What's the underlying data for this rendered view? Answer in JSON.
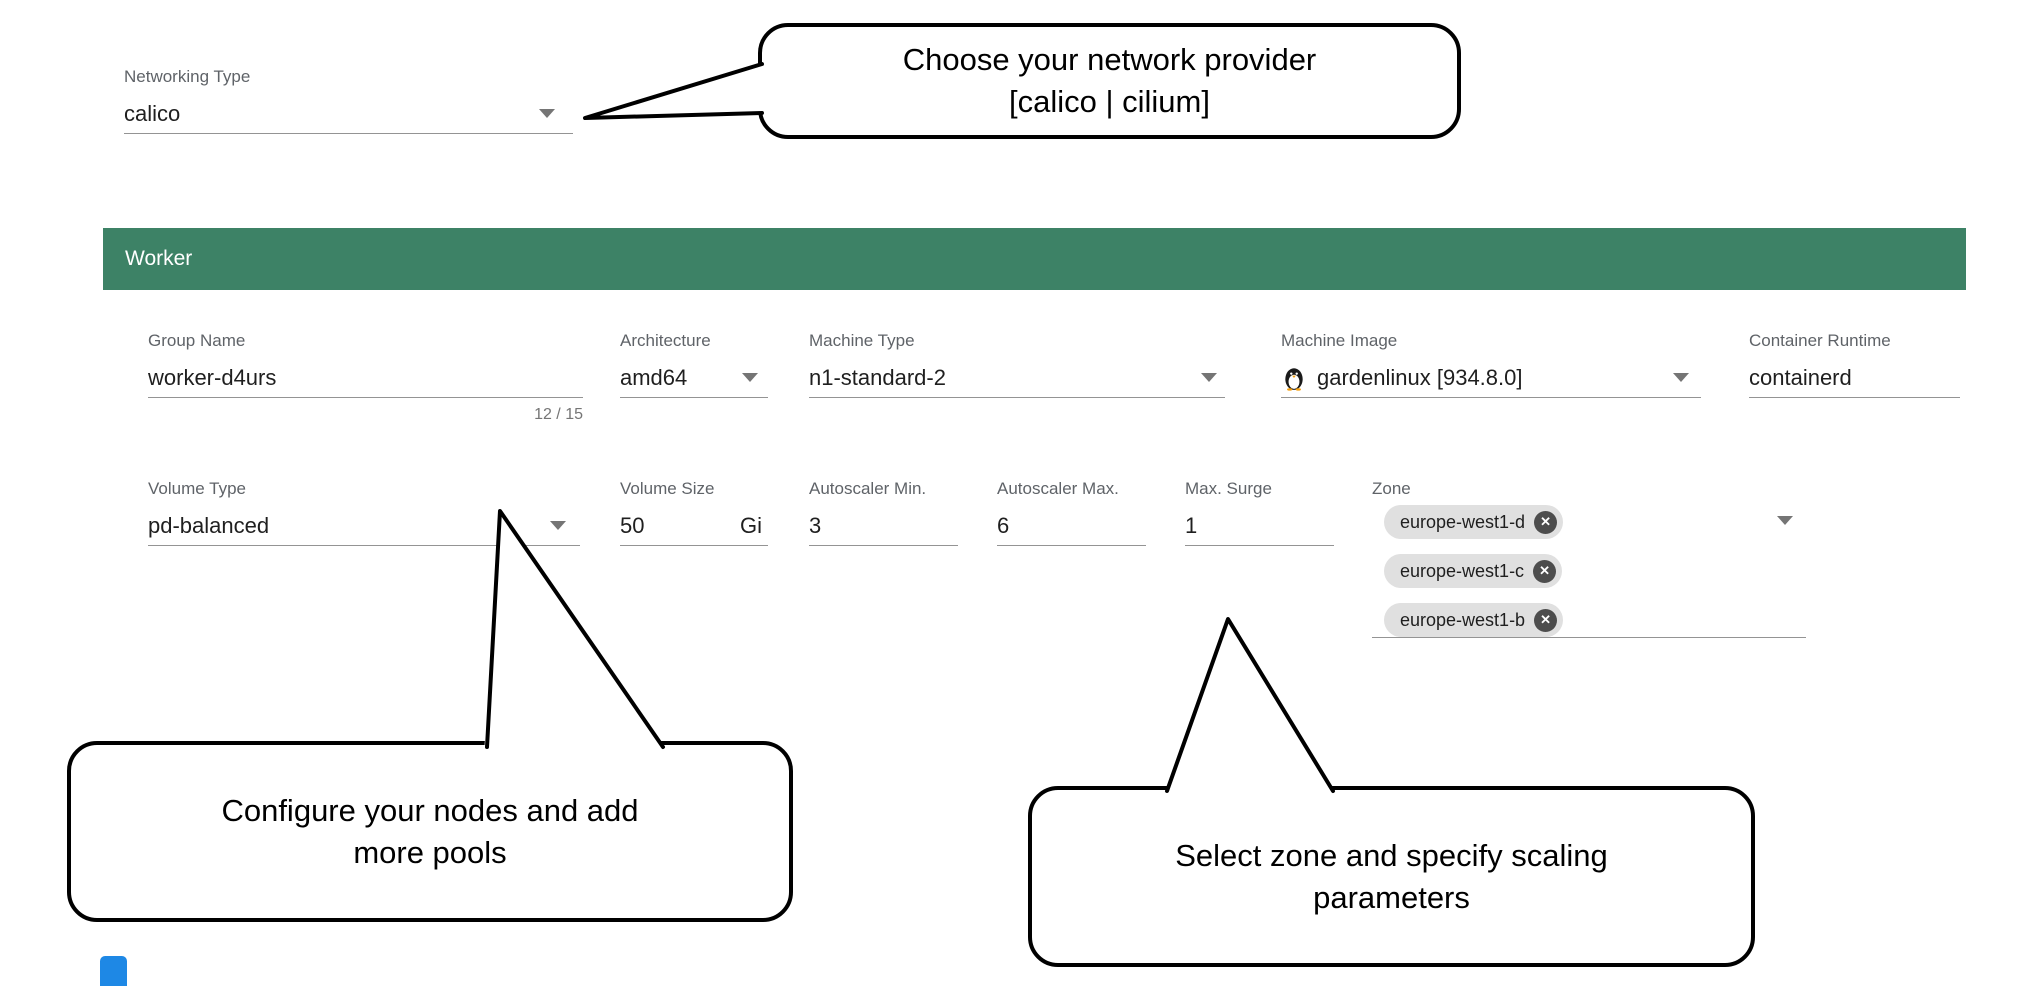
{
  "colors": {
    "header_green": "#3d8266",
    "chip_bg": "#e0e0e0",
    "fab_blue": "#1e88e5"
  },
  "icons": {
    "dropdown": "chevron-down-icon",
    "chip_remove": "close-circle-icon",
    "machine_image": "penguin-icon",
    "chip_remove_glyph": "✕"
  },
  "networking": {
    "label": "Networking Type",
    "value": "calico"
  },
  "callouts": {
    "network": {
      "line1": "Choose your network provider",
      "line2": "[calico | cilium]"
    },
    "nodes": {
      "line1": "Configure your nodes and add",
      "line2": "more pools"
    },
    "zones": {
      "line1": "Select zone and specify scaling",
      "line2": "parameters"
    }
  },
  "worker": {
    "title": "Worker",
    "fields": {
      "group_name": {
        "label": "Group Name",
        "value": "worker-d4urs",
        "counter": "12 / 15"
      },
      "architecture": {
        "label": "Architecture",
        "value": "amd64"
      },
      "machine_type": {
        "label": "Machine Type",
        "value": "n1-standard-2"
      },
      "machine_image": {
        "label": "Machine Image",
        "value": "gardenlinux [934.8.0]"
      },
      "container_runtime": {
        "label": "Container Runtime",
        "value": "containerd"
      },
      "volume_type": {
        "label": "Volume Type",
        "value": "pd-balanced"
      },
      "volume_size": {
        "label": "Volume Size",
        "value": "50",
        "unit": "Gi"
      },
      "autoscaler_min": {
        "label": "Autoscaler Min.",
        "value": "3"
      },
      "autoscaler_max": {
        "label": "Autoscaler Max.",
        "value": "6"
      },
      "max_surge": {
        "label": "Max. Surge",
        "value": "1"
      },
      "zone": {
        "label": "Zone",
        "chips": [
          "europe-west1-d",
          "europe-west1-c",
          "europe-west1-b"
        ]
      }
    }
  }
}
